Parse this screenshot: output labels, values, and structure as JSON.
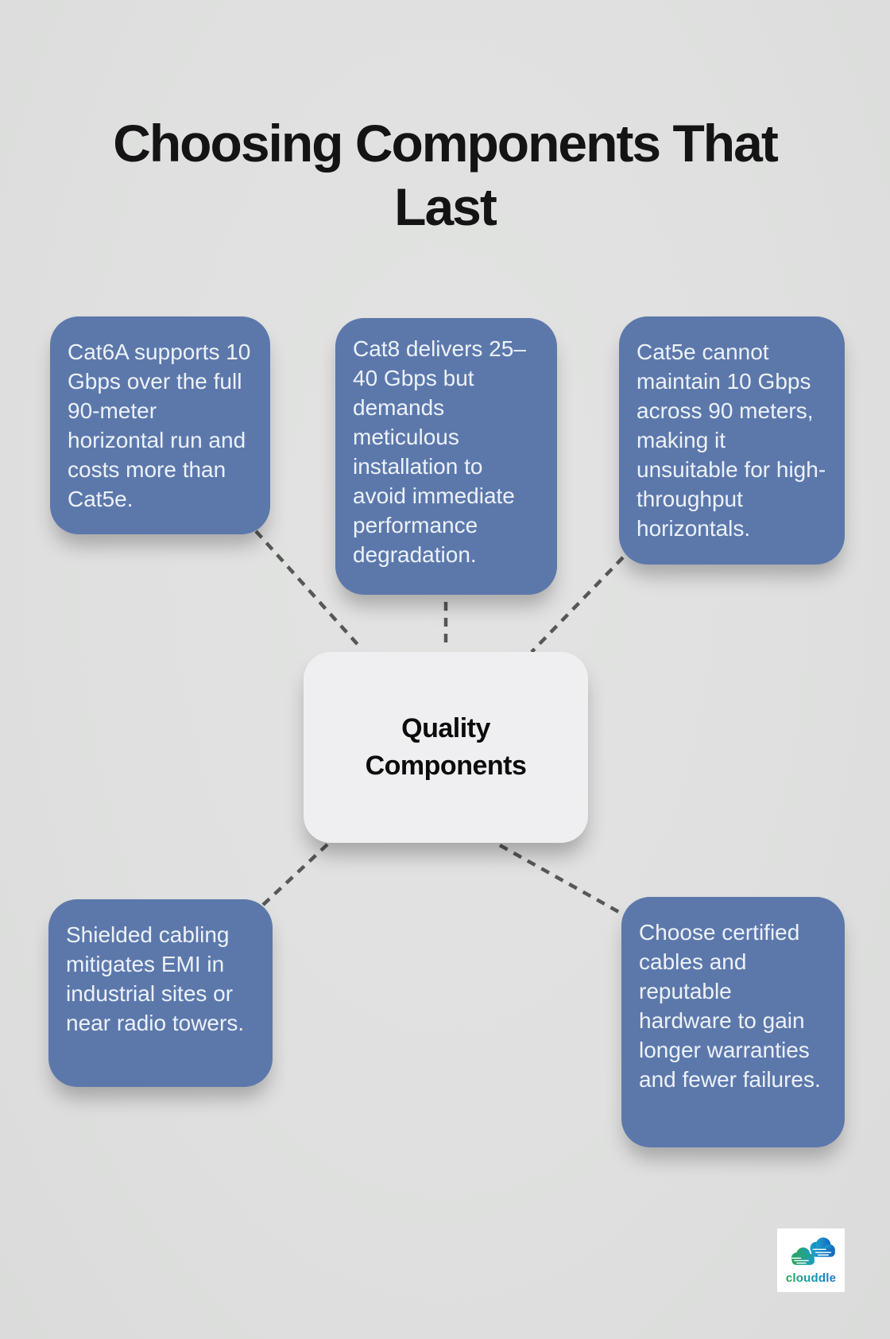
{
  "title": "Choosing Components That\nLast",
  "center": {
    "label": "Quality\nComponents"
  },
  "nodes": [
    {
      "text": "Cat6A supports 10 Gbps over the full 90-meter horizontal run and costs more than Cat5e."
    },
    {
      "text": "Cat8 delivers 25–40 Gbps but demands meticulous installation to avoid immediate performance degradation."
    },
    {
      "text": "Cat5e cannot maintain 10 Gbps across 90 meters, making it unsuitable for high-throughput horizontals."
    },
    {
      "text": "Shielded cabling mitigates EMI in industrial sites or near radio towers."
    },
    {
      "text": "Choose certified cables and reputable hardware to gain longer warranties and fewer failures."
    }
  ],
  "logo": {
    "text": "clouddle"
  },
  "colors": {
    "node_blue": "#5C78AB",
    "node_text": "#EDF2F9",
    "background": "#DFE0DF",
    "center_bg": "#EFEFF1",
    "connector_gray": "#575757",
    "logo_green": "#27A14B",
    "logo_blue": "#1779D0"
  }
}
